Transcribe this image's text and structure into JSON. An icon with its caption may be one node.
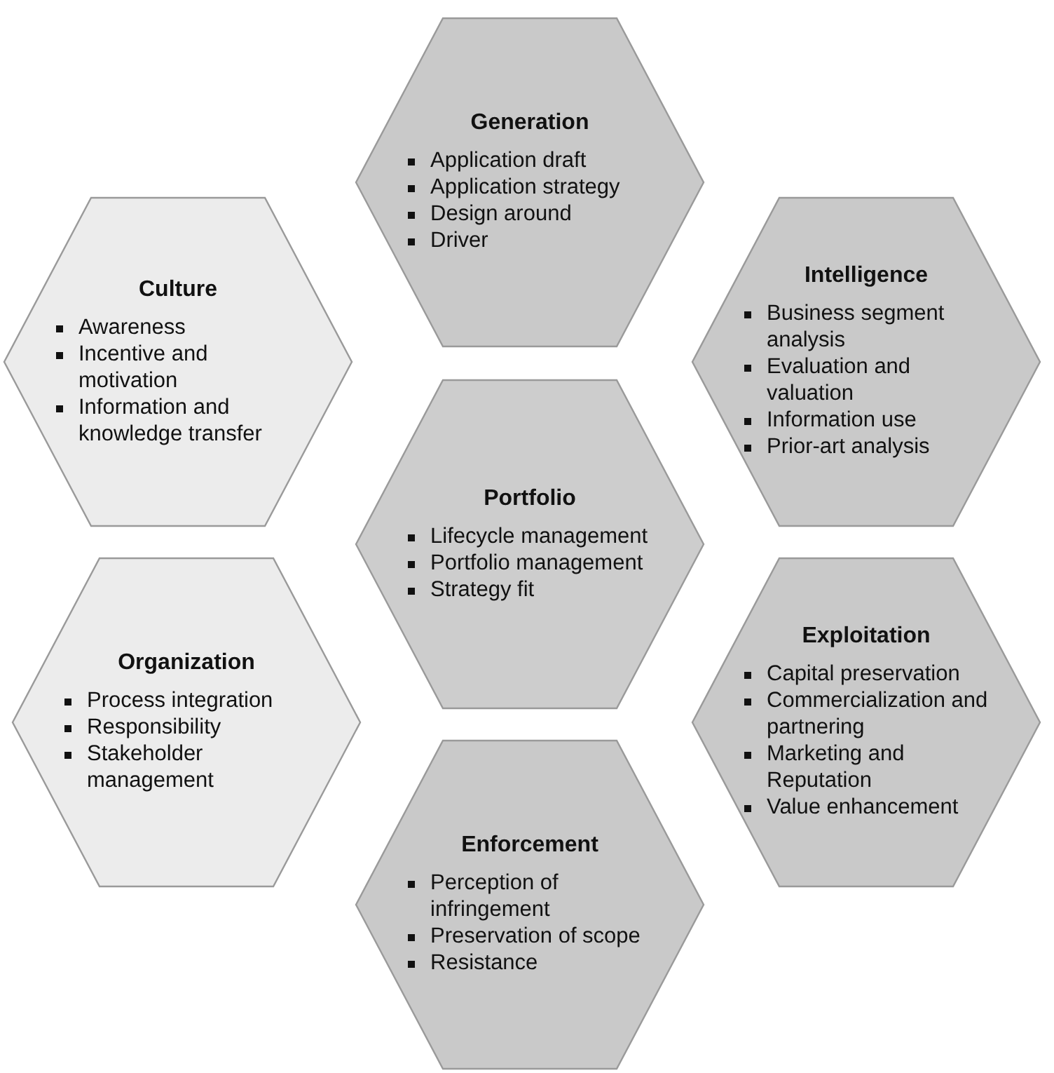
{
  "diagram": {
    "nodes": [
      {
        "text": [
          "Generation",
          "Application draft",
          "Application strategy",
          "Design around",
          "Driver"
        ]
      },
      {
        "text": [
          "Culture",
          "Awareness",
          "Incentive and motivation",
          "Information and knowledge transfer"
        ]
      },
      {
        "text": [
          "Intelligence",
          "Business segment analysis",
          "Evaluation and valuation",
          "Information use",
          "Prior-art analysis"
        ]
      },
      {
        "text": [
          "Portfolio",
          "Lifecycle management",
          "Portfolio management",
          "Strategy fit"
        ]
      },
      {
        "text": [
          "Organization",
          "Process integration",
          "Responsibility",
          "Stakeholder management"
        ]
      },
      {
        "text": [
          "Exploitation",
          "Capital preservation",
          "Commercialization and partnering",
          "Marketing and Reputation",
          "Value enhancement"
        ]
      },
      {
        "text": [
          "Enforcement",
          "Perception of infringement",
          "Preservation of scope",
          "Resistance"
        ]
      }
    ],
    "edges": []
  }
}
